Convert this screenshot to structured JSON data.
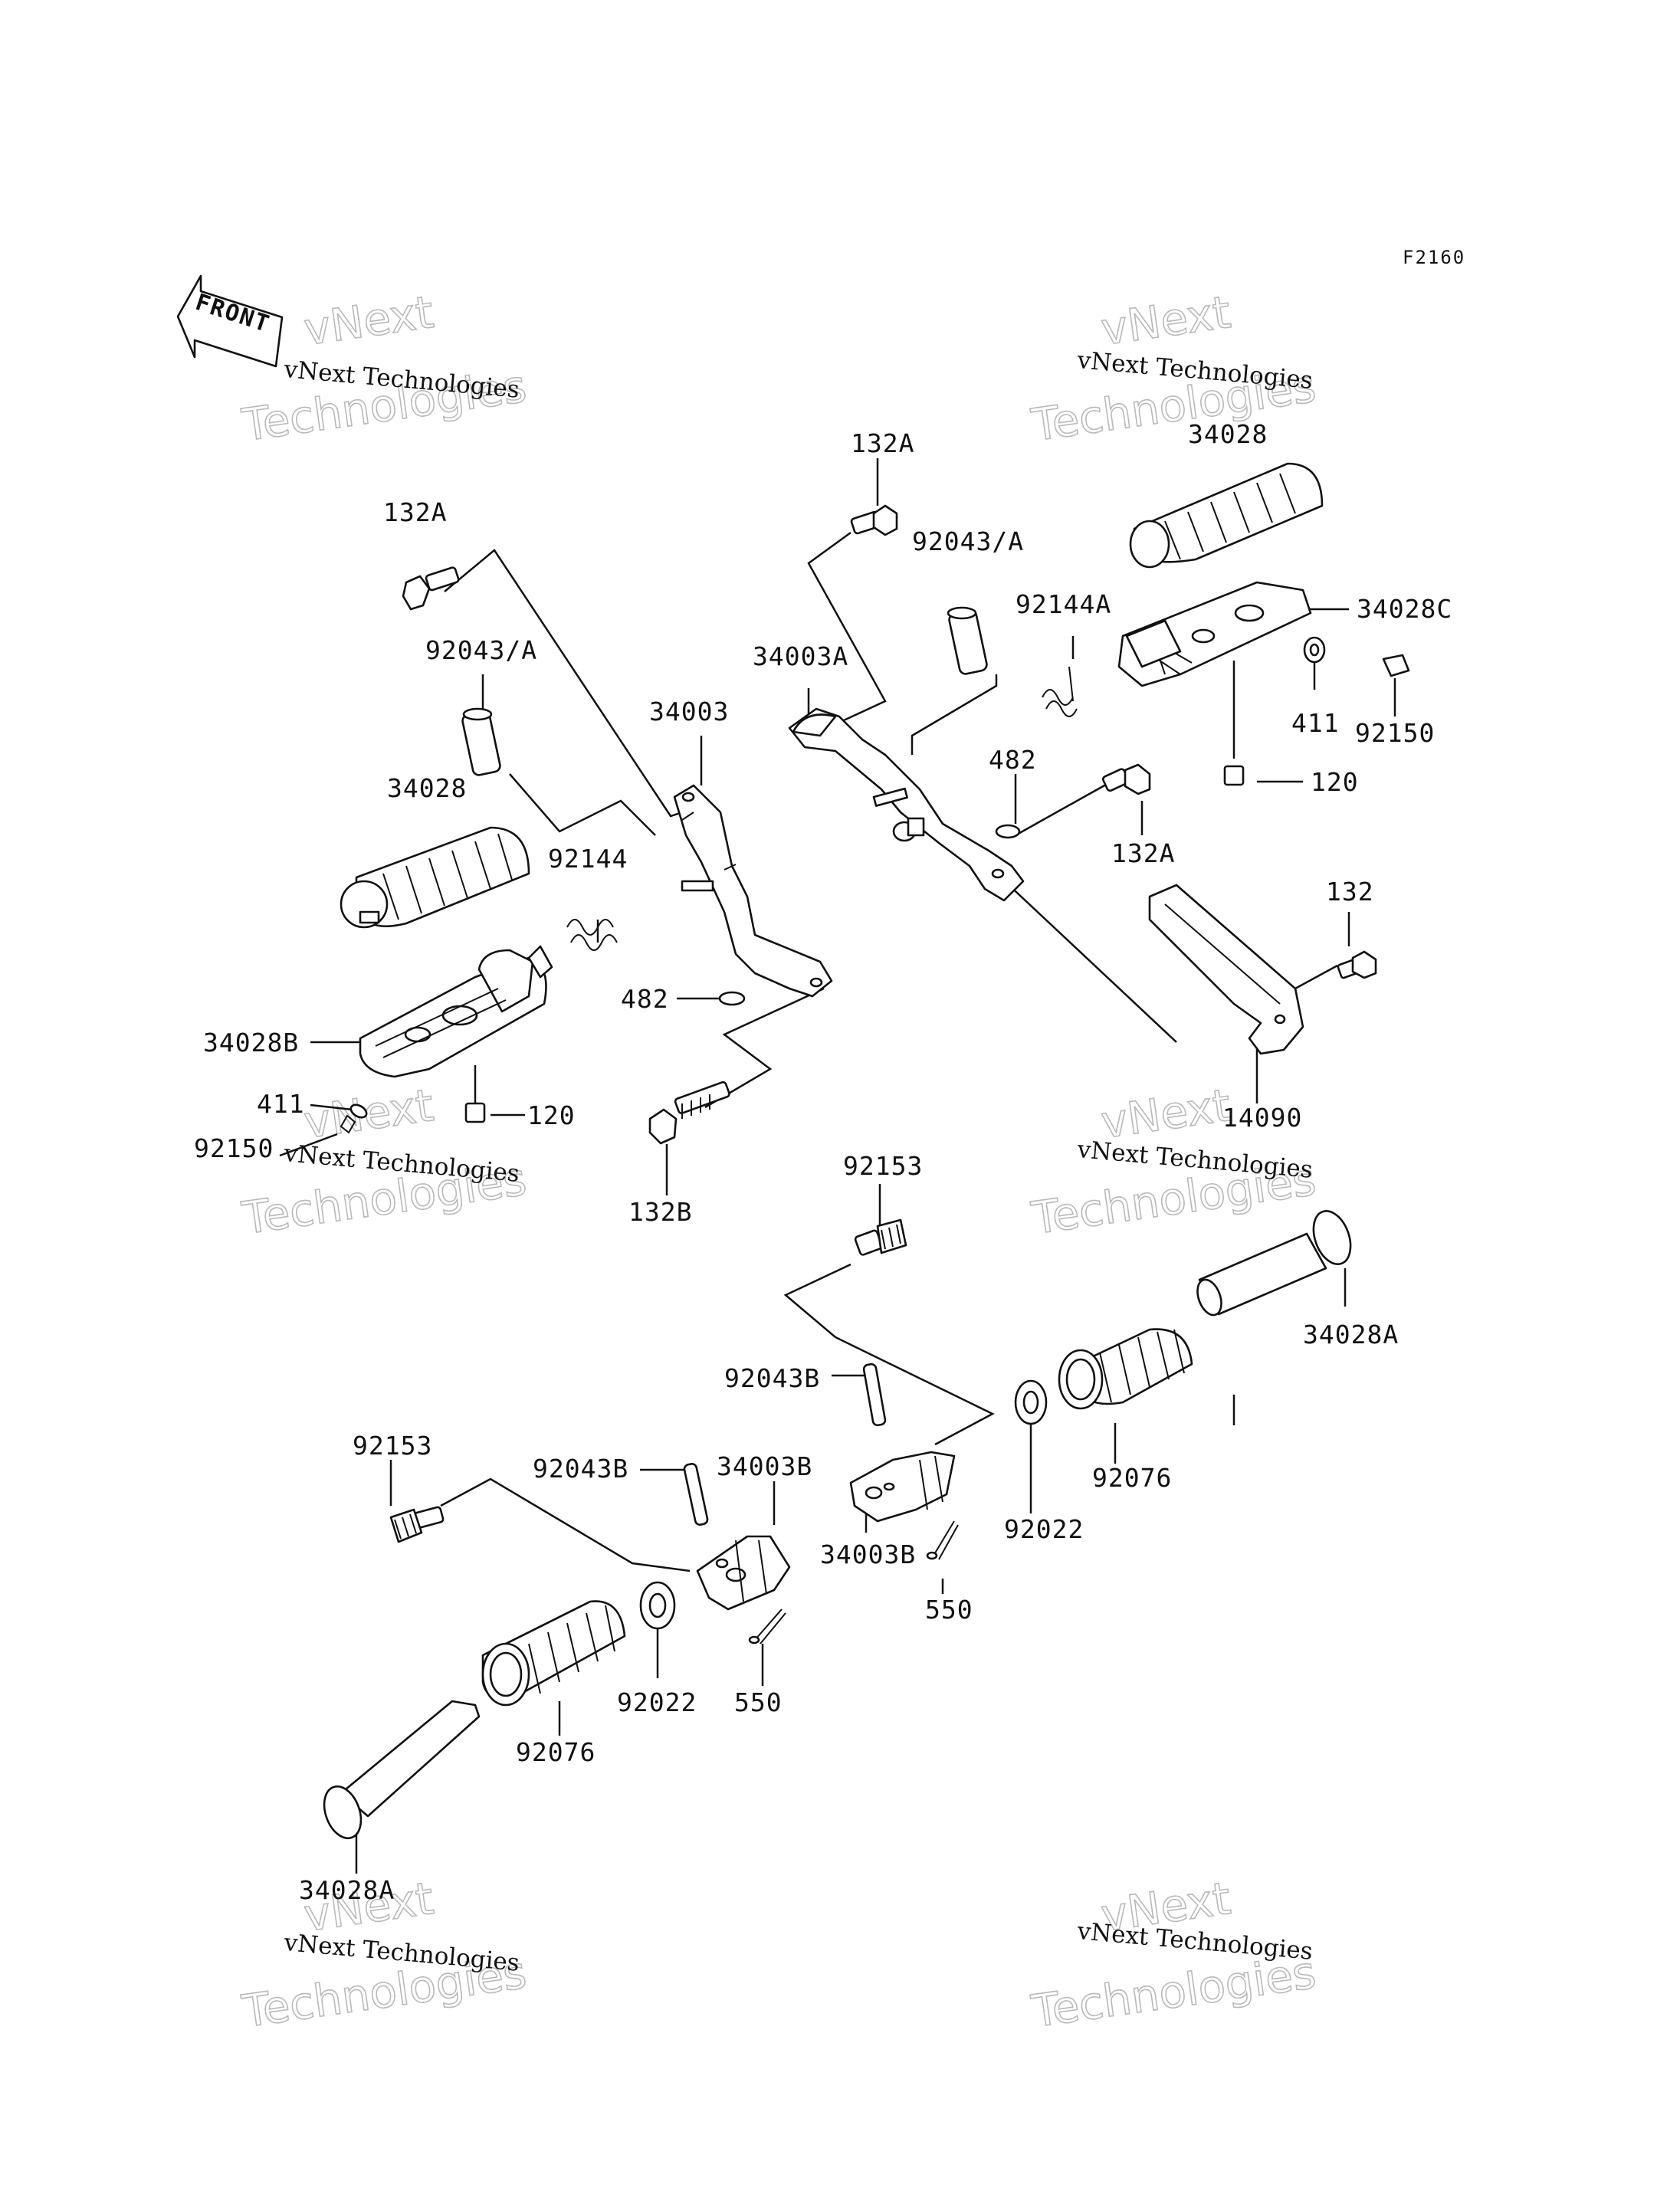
{
  "figure_code": "F2160",
  "front_label": "FRONT",
  "watermark": {
    "line1": "vNext Technologies",
    "ghost1": "vNext",
    "ghost2": "Technologies"
  },
  "callouts": {
    "upper_left": {
      "bolt_top": "132A",
      "pin": "92043/A",
      "bracket": "34003",
      "rubber": "34028",
      "spring": "92144",
      "washer_clip": "482",
      "peg": "34028B",
      "washer": "411",
      "screw": "120",
      "plug": "92150",
      "bolt_bottom": "132B"
    },
    "upper_right": {
      "bolt_top": "132A",
      "pin": "92043/A",
      "spring": "92144A",
      "bracket": "34003A",
      "rubber": "34028",
      "peg": "34028C",
      "washer": "411",
      "plug": "92150",
      "clip": "482",
      "screw": "120",
      "bolt_side": "132A",
      "bolt_guard": "132",
      "guard": "14090"
    },
    "lower_right": {
      "bolt": "92153",
      "shaft": "34028A",
      "pin": "92043B",
      "washer": "92022",
      "rubber": "92076",
      "holder": "34003B",
      "cotter": "550"
    },
    "lower_left": {
      "bolt": "92153",
      "pin": "92043B",
      "holder": "34003B",
      "washer": "92022",
      "cotter": "550",
      "rubber": "92076",
      "shaft": "34028A"
    }
  }
}
